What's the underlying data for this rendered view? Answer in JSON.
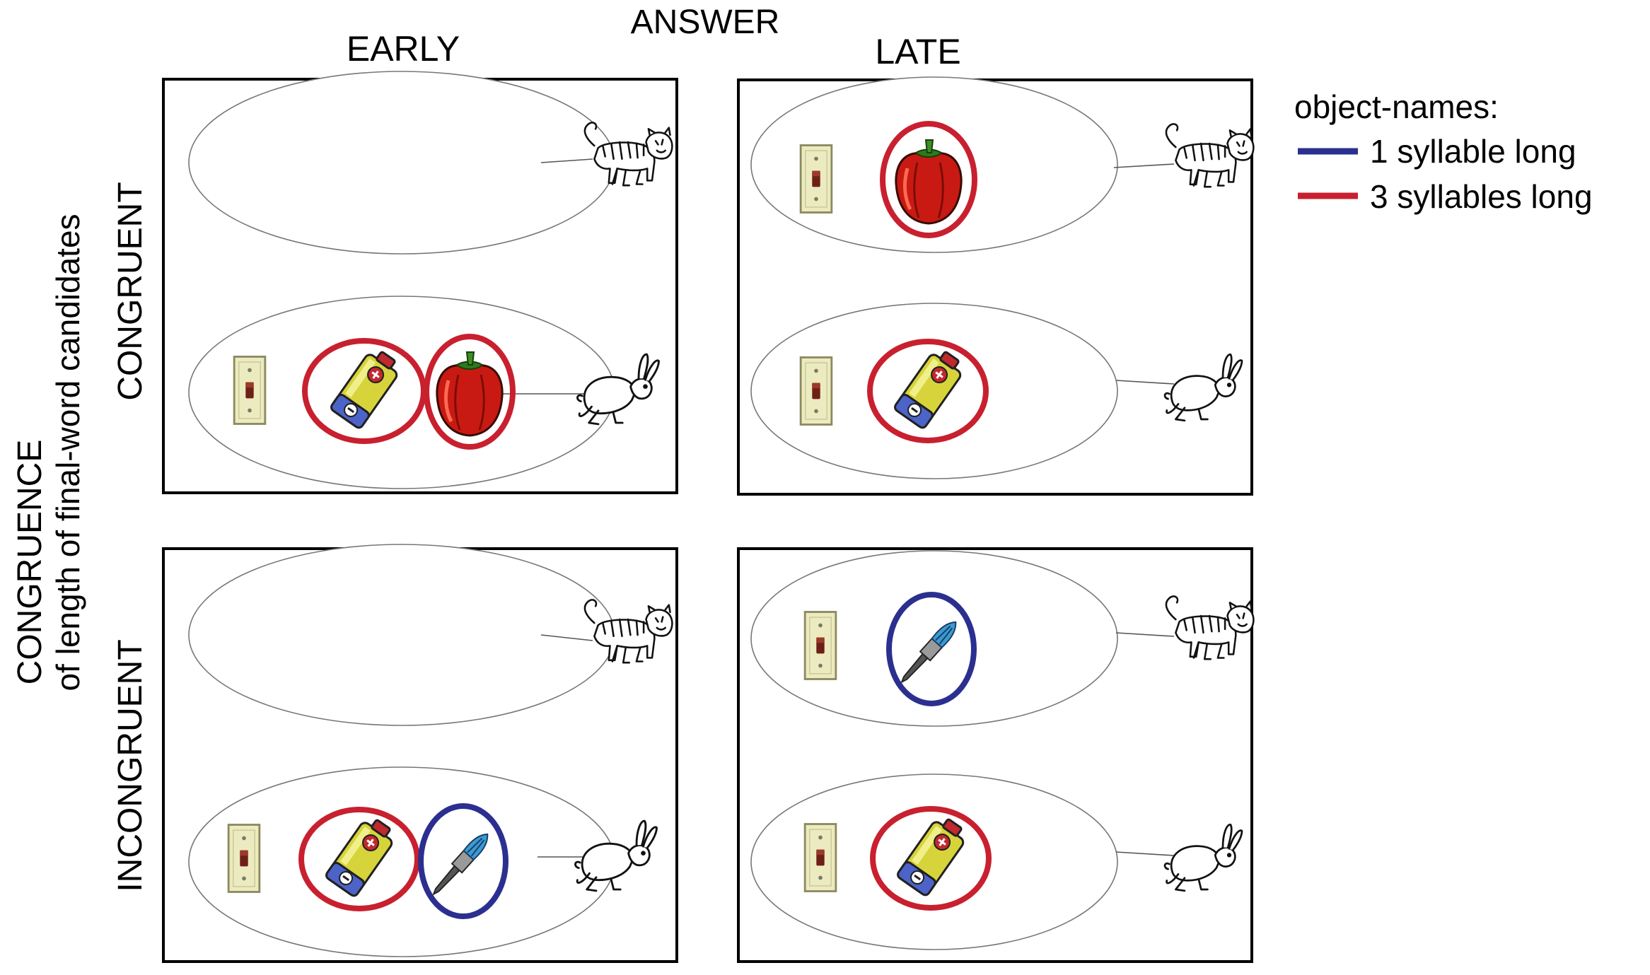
{
  "header": {
    "answer_title": "ANSWER",
    "early_label": "EARLY",
    "late_label": "LATE"
  },
  "side": {
    "line1": "CONGRUENCE",
    "line2": "of length of final-word candidates",
    "congruent_label": "CONGRUENT",
    "incongruent_label": "INCONGRUENT"
  },
  "legend": {
    "title": "object-names:",
    "items": [
      {
        "label": "1 syllable long",
        "color": "#2b2f8f"
      },
      {
        "label": "3 syllables long",
        "color": "#c8202f"
      }
    ]
  },
  "colors": {
    "one_syllable": "#2b2f8f",
    "three_syllables": "#c8202f"
  },
  "panels": [
    {
      "name": "panel-congruent-early",
      "condition": "congruent",
      "timing": "early",
      "tiger_oval": [],
      "rabbit_oval": [
        {
          "object": "switch",
          "ring": "none"
        },
        {
          "object": "battery",
          "ring": "red"
        },
        {
          "object": "pepper",
          "ring": "red"
        }
      ]
    },
    {
      "name": "panel-congruent-late",
      "condition": "congruent",
      "timing": "late",
      "tiger_oval": [
        {
          "object": "switch",
          "ring": "none"
        },
        {
          "object": "pepper",
          "ring": "red"
        }
      ],
      "rabbit_oval": [
        {
          "object": "switch",
          "ring": "none"
        },
        {
          "object": "battery",
          "ring": "red"
        }
      ]
    },
    {
      "name": "panel-incongruent-early",
      "condition": "incongruent",
      "timing": "early",
      "tiger_oval": [],
      "rabbit_oval": [
        {
          "object": "switch",
          "ring": "none"
        },
        {
          "object": "battery",
          "ring": "red"
        },
        {
          "object": "brush",
          "ring": "blue"
        }
      ]
    },
    {
      "name": "panel-incongruent-late",
      "condition": "incongruent",
      "timing": "late",
      "tiger_oval": [
        {
          "object": "switch",
          "ring": "none"
        },
        {
          "object": "brush",
          "ring": "blue"
        }
      ],
      "rabbit_oval": [
        {
          "object": "switch",
          "ring": "none"
        },
        {
          "object": "battery",
          "ring": "red"
        }
      ]
    }
  ]
}
